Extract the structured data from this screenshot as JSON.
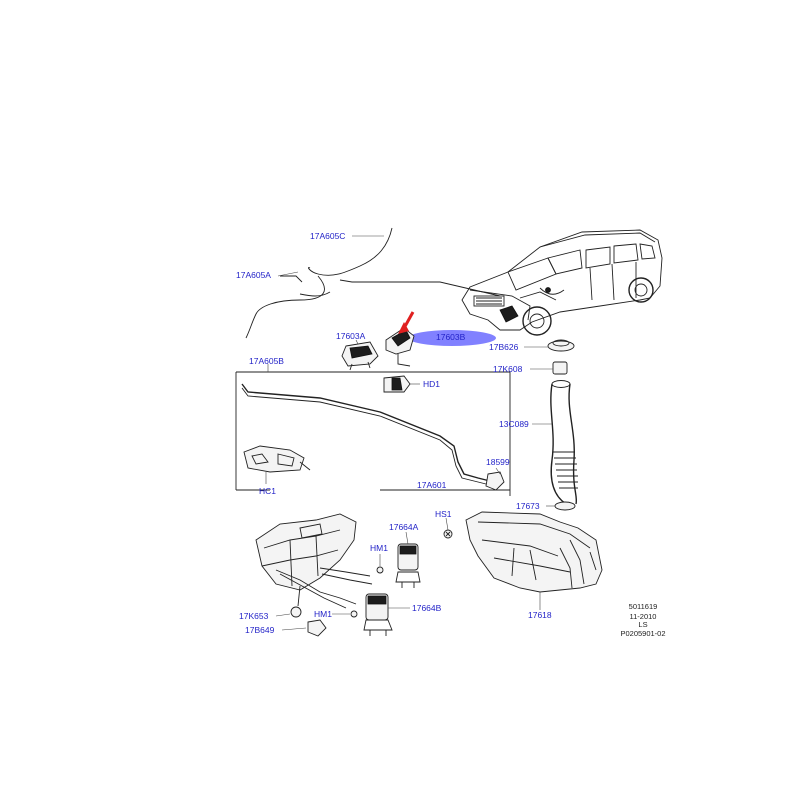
{
  "diagram": {
    "accent_color": "#2323c8",
    "highlight_color": "#6b6bff",
    "arrow_color": "#e02020",
    "callouts": {
      "c17A605C": "17A605C",
      "c17A605A": "17A605A",
      "c17603A": "17603A",
      "c17603B": "17603B",
      "c17B626": "17B626",
      "c17K608": "17K608",
      "c17A605B": "17A605B",
      "cHD1": "HD1",
      "c13C089": "13C089",
      "c18599": "18599",
      "c17A601": "17A601",
      "cHC1": "HC1",
      "c17673": "17673",
      "cHS1": "HS1",
      "c17664A": "17664A",
      "cHM1a": "HM1",
      "cHM1b": "HM1",
      "c17664B": "17664B",
      "c17K653": "17K653",
      "c17B649": "17B649",
      "c17618": "17618"
    },
    "meta": {
      "line1": "5011619",
      "line2": "11-2010",
      "line3": "LS",
      "line4": "P0205901-02"
    }
  }
}
